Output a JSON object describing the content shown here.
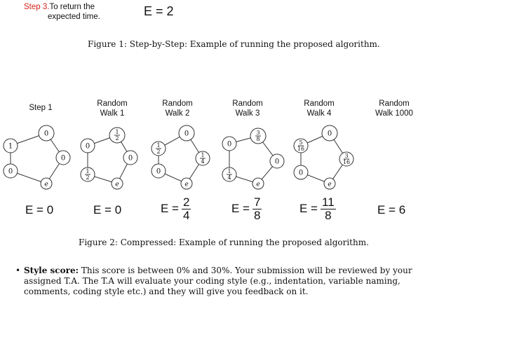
{
  "header": {
    "step_label": "Step 3.",
    "step_text_line1": "To return the",
    "step_text_line2": "expected time.",
    "expected_value": "E = 2"
  },
  "figure1": {
    "caption": "Figure 1: Step-by-Step: Example of running the proposed algorithm."
  },
  "columns": [
    {
      "title_line1": "Step 1",
      "title_line2": "",
      "nodes": [
        "1",
        "0",
        "0",
        "e",
        "0"
      ],
      "result": {
        "prefix": "E = 0",
        "num": "",
        "den": ""
      }
    },
    {
      "title_line1": "Random",
      "title_line2": "Walk 1",
      "nodes": [
        "0",
        "1/2",
        "0",
        "e",
        "1/2"
      ],
      "result": {
        "prefix": "E = 0",
        "num": "",
        "den": ""
      }
    },
    {
      "title_line1": "Random",
      "title_line2": "Walk 2",
      "nodes": [
        "1/2",
        "0",
        "1/4",
        "e",
        "0"
      ],
      "result": {
        "prefix": "E =",
        "num": "2",
        "den": "4"
      }
    },
    {
      "title_line1": "Random",
      "title_line2": "Walk 3",
      "nodes": [
        "0",
        "3/8",
        "0",
        "e",
        "1/4"
      ],
      "result": {
        "prefix": "E =",
        "num": "7",
        "den": "8"
      }
    },
    {
      "title_line1": "Random",
      "title_line2": "Walk 4",
      "nodes": [
        "5/16",
        "0",
        "3/16",
        "e",
        "0"
      ],
      "result": {
        "prefix": "E =",
        "num": "11",
        "den": "8"
      }
    },
    {
      "title_line1": "Random",
      "title_line2": "Walk 1000",
      "nodes": [],
      "result": {
        "prefix": "E = 6",
        "num": "",
        "den": ""
      }
    }
  ],
  "figure2": {
    "caption": "Figure 2: Compressed: Example of running the proposed algorithm."
  },
  "bullet": {
    "label": "Style score:",
    "text": " This score is between 0% and 30%. Your submission will be reviewed by your assigned T.A. The T.A will evaluate your coding style (e.g., indentation, variable naming, comments, coding style etc.) and they will give you feedback on it."
  }
}
